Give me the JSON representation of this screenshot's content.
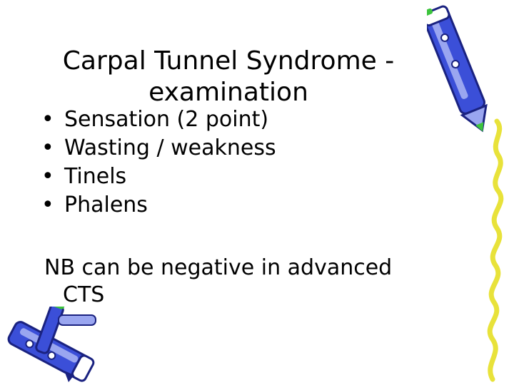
{
  "slide": {
    "title_line1": "Carpal Tunnel Syndrome -",
    "title_line2": "examination",
    "bullet_glyph": "•",
    "bullets": [
      "Sensation (2 point)",
      "Wasting / weakness",
      "Tinels",
      "Phalens"
    ],
    "note_line1": "NB can be negative in advanced",
    "note_line2": "CTS"
  },
  "icons": {
    "top_right": "pen-clipart-icon",
    "bottom_left": "pen-clipart-icon"
  },
  "colors": {
    "background": "#ffffff",
    "text": "#000000",
    "pen_blue": "#3b4fd8",
    "pen_light": "#9aa6f0",
    "pen_cap_green": "#3cc43c",
    "squiggle_yellow": "#e8e23a"
  }
}
